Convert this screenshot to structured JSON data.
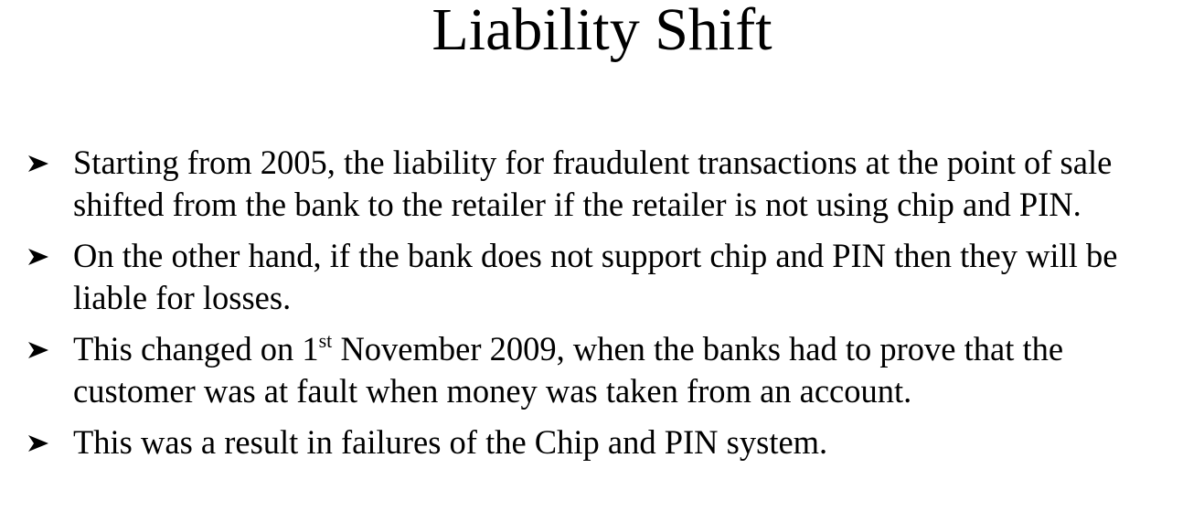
{
  "slide": {
    "title": "Liability Shift",
    "bullets": [
      {
        "icon": "arrowhead-bullet-icon",
        "text": "Starting from 2005, the liability for fraudulent transactions at the point of sale shifted from the bank to the retailer if the retailer is not using chip and PIN."
      },
      {
        "icon": "arrowhead-bullet-icon",
        "text": "On the other hand, if the bank does not support chip and PIN then they will be liable for losses."
      },
      {
        "icon": "arrowhead-bullet-icon",
        "text_before": "This changed on 1",
        "text_sup": "st",
        "text_after": " November 2009, when the banks had to prove that the customer was at fault when money was taken from an account."
      },
      {
        "icon": "arrowhead-bullet-icon",
        "text": "This was a result in failures of the Chip and PIN system."
      }
    ]
  }
}
